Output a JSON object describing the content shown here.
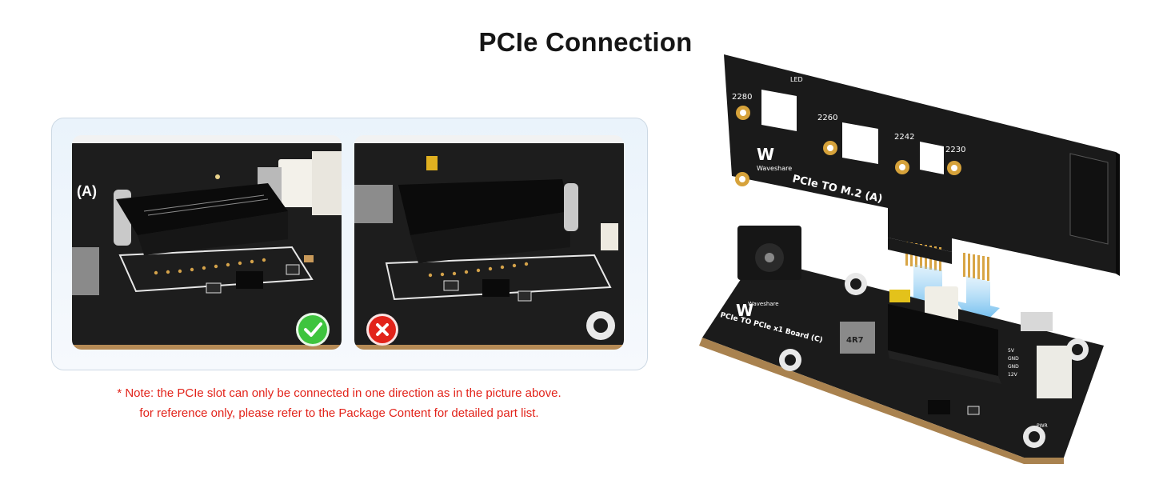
{
  "title": "PCIe Connection",
  "left_photo": {
    "label": "(A)",
    "status": "correct",
    "status_icon": "check-circle-icon"
  },
  "right_photo": {
    "status": "incorrect",
    "status_icon": "cross-circle-icon"
  },
  "note": {
    "line1": "* Note: the PCIe slot can only be connected in one direction as in the picture above.",
    "line2": "for reference only, please refer to the Package Content for detailed part list."
  },
  "top_board": {
    "name": "PCIe TO M.2 (A)",
    "brand": "Waveshare",
    "led": "LED",
    "sizes": [
      "2280",
      "2260",
      "2242",
      "2230"
    ]
  },
  "bottom_board": {
    "name": "PCIe TO PCIe x1 Board (C)",
    "brand": "Waveshare",
    "inductor": "4R7",
    "pins": [
      "5V",
      "GND",
      "GND",
      "12V"
    ],
    "pwr": "PWR"
  },
  "colors": {
    "accent_red": "#e2231a",
    "check_green": "#3ec43e",
    "pcb": "#1c1c1c",
    "gold": "#d6a23a"
  }
}
